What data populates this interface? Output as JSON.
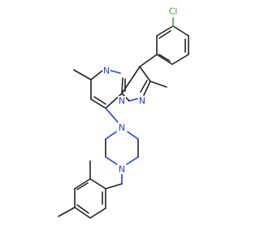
{
  "atoms": {
    "cl": {
      "symbol": "Cl",
      "color": "#35a836"
    },
    "n1": {
      "symbol": "N",
      "color": "#1a3cff"
    },
    "n2": {
      "symbol": "N",
      "color": "#1a3cff"
    },
    "n3": {
      "symbol": "N",
      "color": "#1a3cff"
    },
    "n4": {
      "symbol": "N",
      "color": "#1a3cff"
    },
    "n5": {
      "symbol": "N",
      "color": "#1a3cff"
    }
  },
  "colors": {
    "bond": "#222222",
    "nitrogen": "#1a3cff",
    "chlorine": "#35a836",
    "background": "#ffffff"
  }
}
